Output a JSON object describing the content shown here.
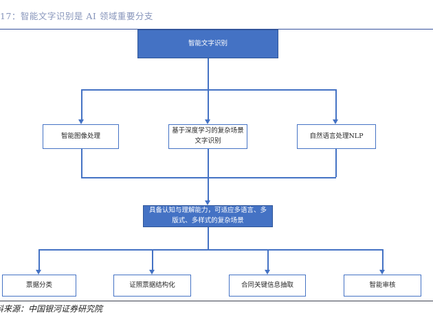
{
  "page": {
    "title": "17：智能文字识别是 AI 领域重要分支",
    "source": "料来源：中国银河证券研究院"
  },
  "diagram": {
    "root": {
      "label": "智能文字识别"
    },
    "branches": [
      {
        "label": "智能图像处理"
      },
      {
        "label": "基于深度学习的复杂场景文字识别"
      },
      {
        "label": "自然语言处理NLP"
      }
    ],
    "capability": {
      "label": "具备认知与理解能力，可适应多语言、多版式、多样式的复杂场景"
    },
    "applications": [
      {
        "label": "票据分类"
      },
      {
        "label": "证照票据结构化"
      },
      {
        "label": "合同关键信息抽取"
      },
      {
        "label": "智能审核"
      }
    ]
  },
  "colors": {
    "accent": "#4472C4",
    "node_fill": "#4472C4",
    "node_border": "#2F5597",
    "rule_top": "#33519C",
    "rule_bottom": "#3B3F4E",
    "title_text": "#8795BB"
  }
}
